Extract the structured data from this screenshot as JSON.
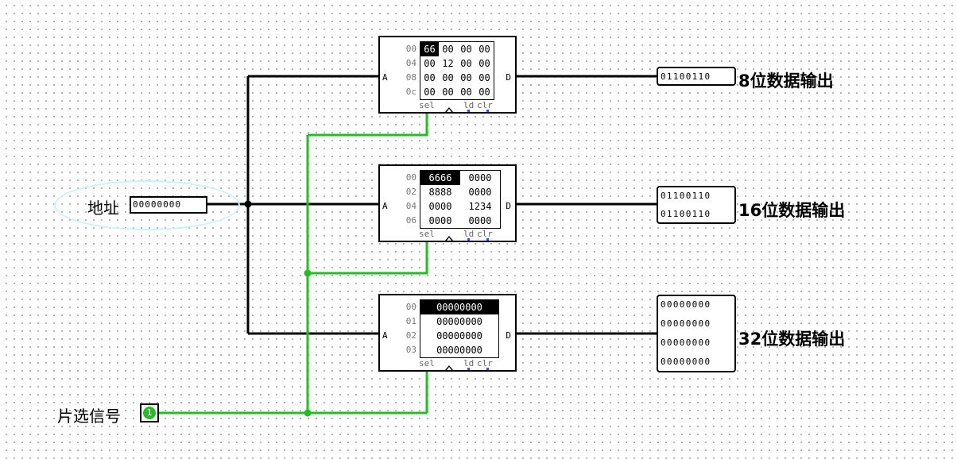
{
  "circuit": {
    "address_input": {
      "label": "地址",
      "value": "00000000"
    },
    "chip_select": {
      "label": "片选信号",
      "value": "1"
    },
    "ports": {
      "a": "A",
      "d": "D",
      "sel": "sel",
      "ld": "ld",
      "clr": "clr"
    },
    "roms": [
      {
        "addresses": [
          "00",
          "04",
          "08",
          "0c"
        ],
        "rows": [
          [
            "66",
            "00",
            "00",
            "00"
          ],
          [
            "00",
            "12",
            "00",
            "00"
          ],
          [
            "00",
            "00",
            "00",
            "00"
          ],
          [
            "00",
            "00",
            "00",
            "00"
          ]
        ]
      },
      {
        "addresses": [
          "00",
          "02",
          "04",
          "06"
        ],
        "rows": [
          [
            "6666",
            "0000"
          ],
          [
            "8888",
            "0000"
          ],
          [
            "0000",
            "1234"
          ],
          [
            "0000",
            "0000"
          ]
        ]
      },
      {
        "addresses": [
          "00",
          "01",
          "02",
          "03"
        ],
        "rows": [
          [
            "00000000"
          ],
          [
            "00000000"
          ],
          [
            "00000000"
          ],
          [
            "00000000"
          ]
        ]
      }
    ],
    "outputs": [
      {
        "label": "8位数据输出",
        "bits": [
          "01100110"
        ]
      },
      {
        "label": "16位数据输出",
        "bits": [
          "01100110",
          "01100110"
        ]
      },
      {
        "label": "32位数据输出",
        "bits": [
          "00000000",
          "00000000",
          "00000000",
          "00000000"
        ]
      }
    ]
  }
}
